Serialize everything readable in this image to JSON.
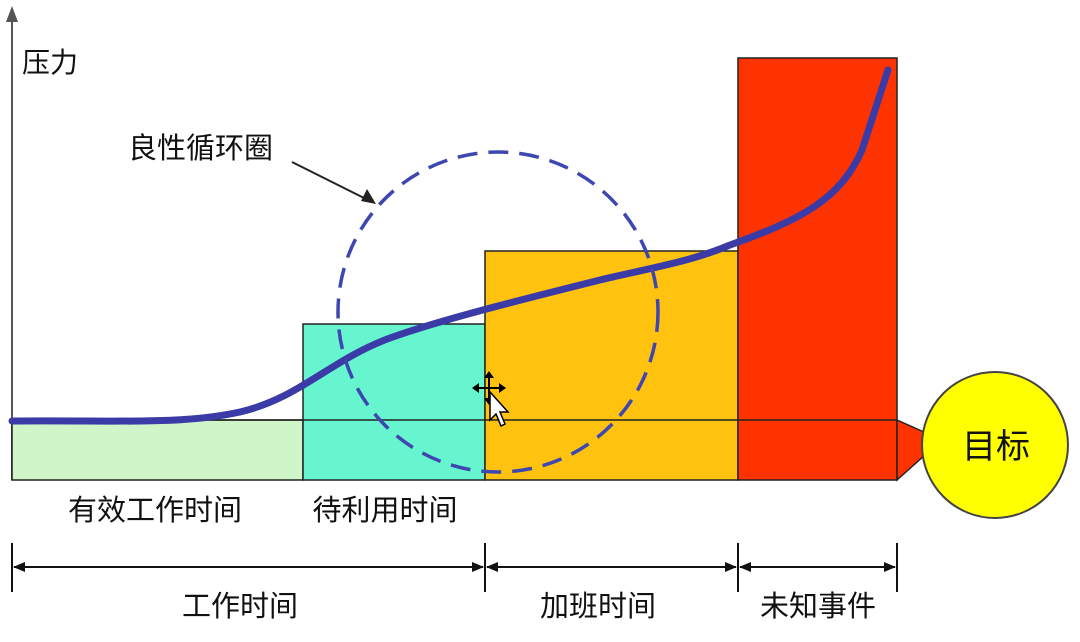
{
  "y_axis_label": "压力",
  "loop_label": "良性循环圈",
  "goal_label": "目标",
  "sections": [
    {
      "label": "有效工作时间",
      "color": "#cff5c9"
    },
    {
      "label": "待利用时间",
      "color": "#66f5cf"
    },
    {
      "label": "",
      "color": "#ffc20e"
    },
    {
      "label": "",
      "color": "#ff3300"
    }
  ],
  "spans": [
    {
      "label": "工作时间"
    },
    {
      "label": "加班时间"
    },
    {
      "label": "未知事件"
    }
  ],
  "colors": {
    "curve": "#3b3ba8",
    "loop_circle": "#3e46b0",
    "goal_fill": "#ffff00",
    "goal_pointer": "#ff3300",
    "axis": "#555555",
    "outline": "#222222"
  },
  "cursor_icon": "move-cursor-icon"
}
